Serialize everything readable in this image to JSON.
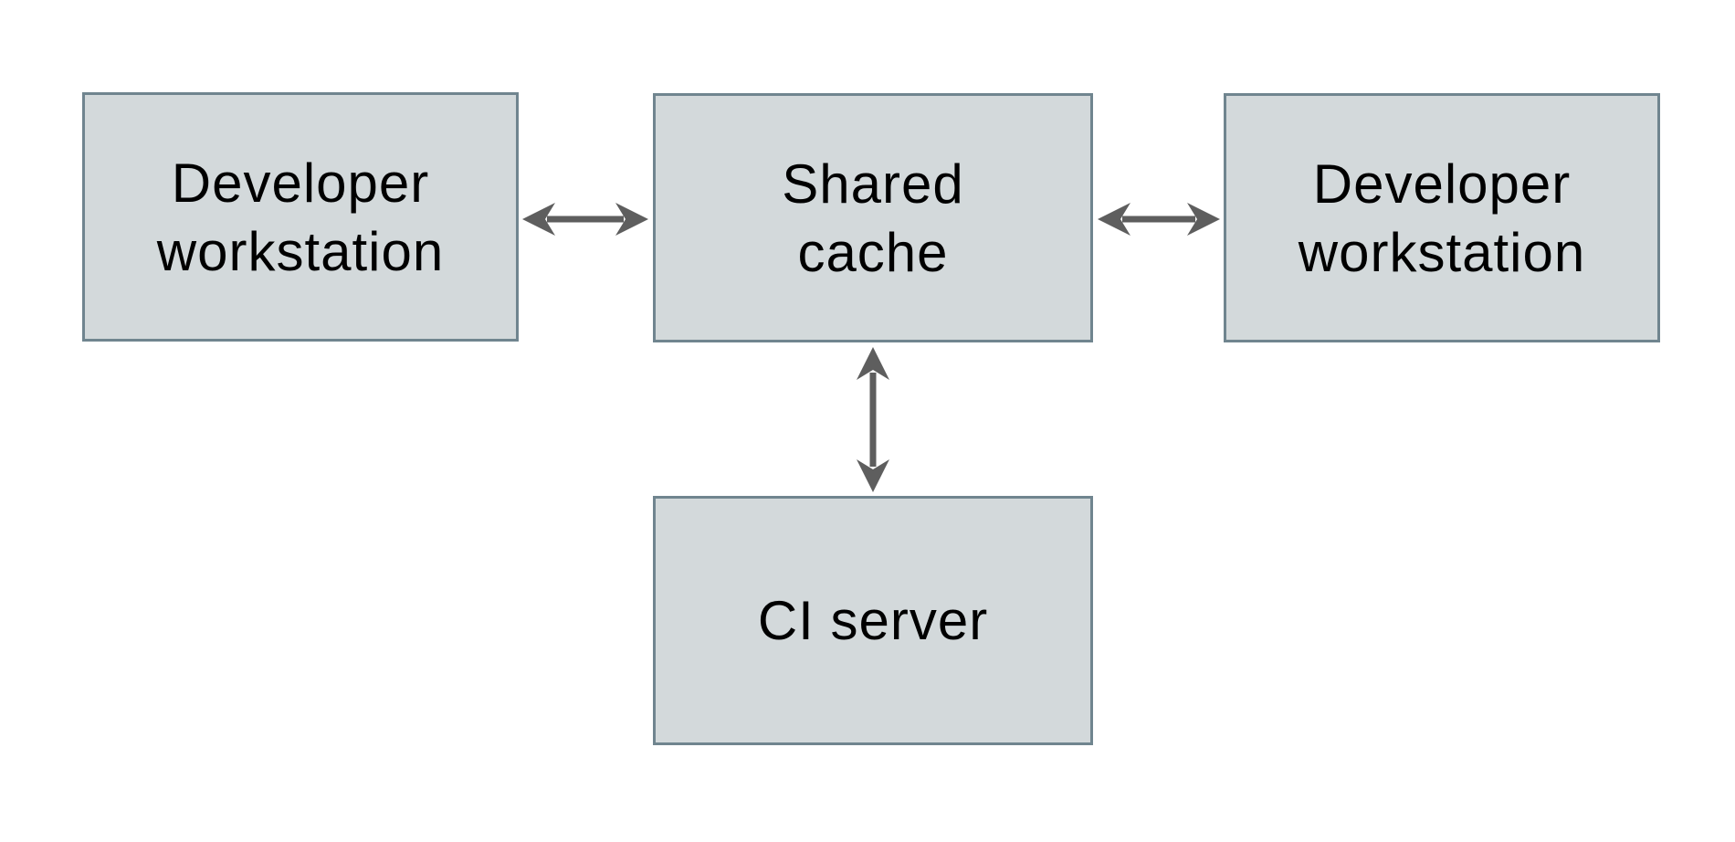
{
  "diagram": {
    "type": "architecture-diagram",
    "colors": {
      "background": "#ffffff",
      "node_fill": "#d3d9db",
      "node_border": "#70858f",
      "arrow_color": "#5e5e5e",
      "text_color": "#000000"
    },
    "nodes": [
      {
        "id": "developer-workstation-left",
        "label": "Developer\nworkstation"
      },
      {
        "id": "shared-cache",
        "label": "Shared\ncache"
      },
      {
        "id": "developer-workstation-right",
        "label": "Developer\nworkstation"
      },
      {
        "id": "ci-server",
        "label": "CI server"
      }
    ],
    "edges": [
      {
        "from": "developer-workstation-left",
        "to": "shared-cache",
        "direction": "bidirectional"
      },
      {
        "from": "shared-cache",
        "to": "developer-workstation-right",
        "direction": "bidirectional"
      },
      {
        "from": "shared-cache",
        "to": "ci-server",
        "direction": "bidirectional"
      }
    ]
  }
}
